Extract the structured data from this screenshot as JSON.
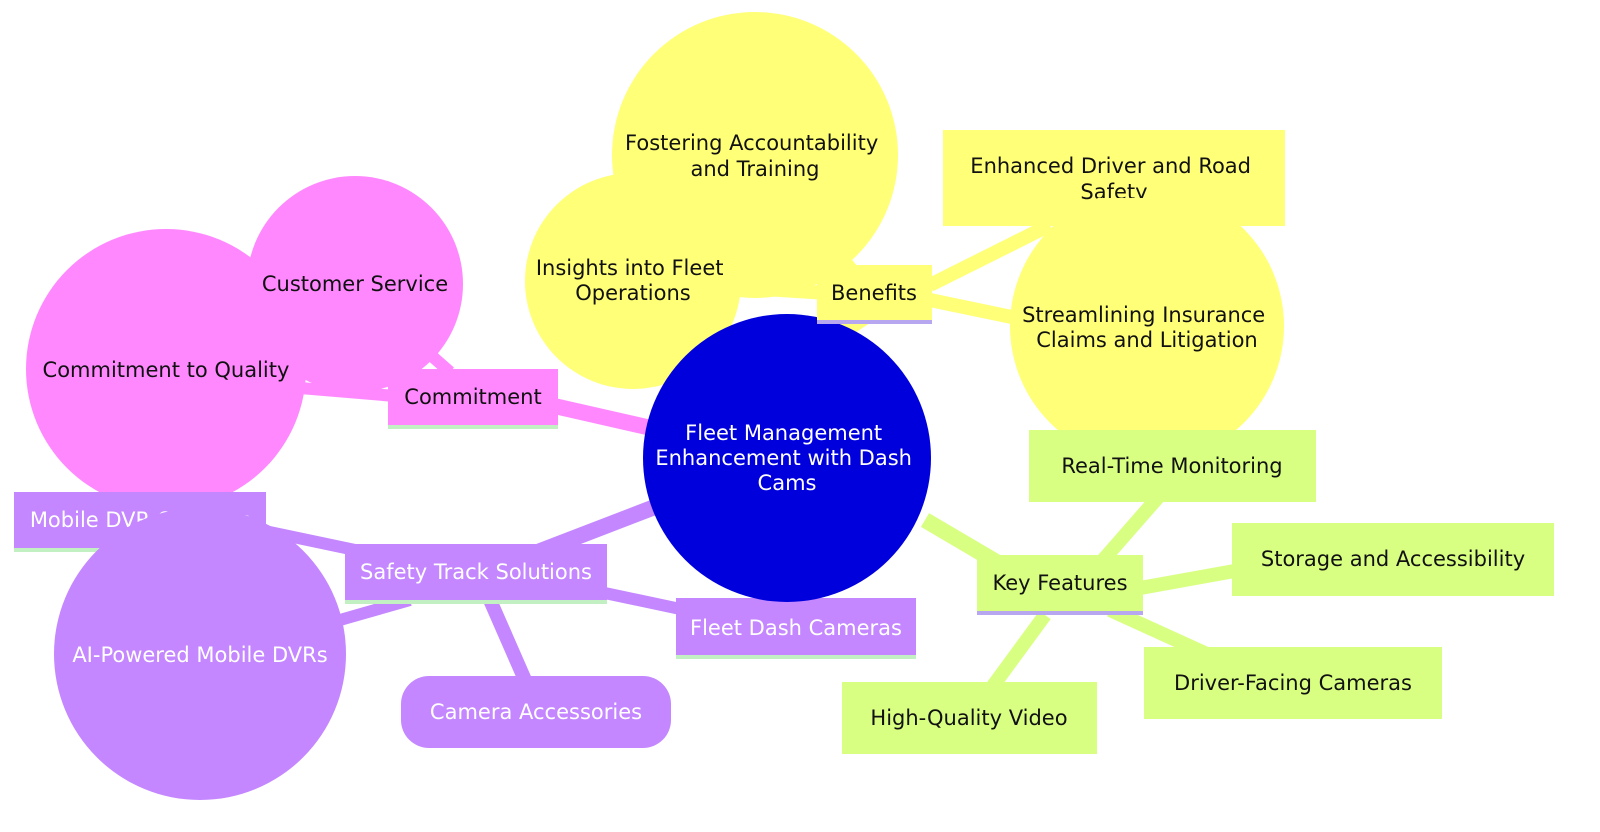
{
  "colors": {
    "root": "#0000dd",
    "benefits": "#ffff78",
    "features": "#d8ff82",
    "commitment": "#ff88ff",
    "solutions": "#c487ff",
    "underline_benefits": "#b7a6f0",
    "underline_green": "#c3f0c3"
  },
  "mindmap": {
    "root": {
      "lines": [
        "Fleet Management",
        "Enhancement with Dash",
        "Cams"
      ]
    },
    "benefits": {
      "label": "Benefits",
      "children": [
        {
          "lines": [
            "Fostering Accountability",
            "and Training"
          ]
        },
        {
          "lines": [
            "Insights into Fleet",
            "Operations"
          ]
        },
        {
          "lines": [
            "Enhanced Driver and Road",
            "Safety"
          ]
        },
        {
          "lines": [
            "Streamlining Insurance",
            "Claims and Litigation"
          ]
        }
      ]
    },
    "features": {
      "label": "Key Features",
      "children": [
        {
          "label": "Real-Time Monitoring"
        },
        {
          "label": "Storage and Accessibility"
        },
        {
          "label": "Driver-Facing Cameras"
        },
        {
          "label": "High-Quality Video"
        }
      ]
    },
    "commitment": {
      "label": "Commitment",
      "children": [
        {
          "label": "Customer Service"
        },
        {
          "label": "Commitment to Quality"
        }
      ]
    },
    "solutions": {
      "label": "Safety Track Solutions",
      "children": [
        {
          "label": "Mobile DVR Cameras"
        },
        {
          "label": "AI-Powered Mobile DVRs"
        },
        {
          "label": "Camera Accessories"
        },
        {
          "label": "Fleet Dash Cameras"
        }
      ]
    }
  }
}
